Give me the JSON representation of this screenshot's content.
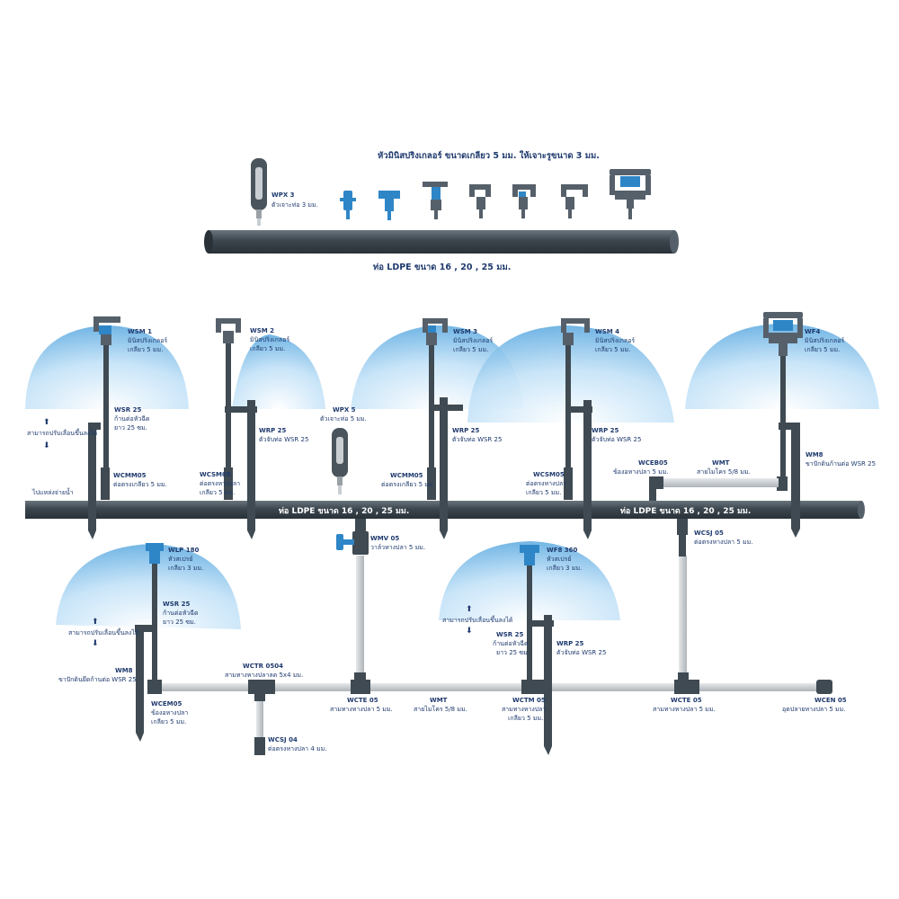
{
  "colors": {
    "pipe": "#3f4a52",
    "tube": "#cfd3d6",
    "part_dark": "#56606a",
    "part_blue": "#2f86c7",
    "text": "#1f3a6e",
    "spray": "#8fc6ef"
  },
  "header": {
    "title": "หัวมินิสปริงเกลอร์ ขนาดเกลียว 5 มม. ให้เจาะรูขนาด 3 มม.",
    "pipe_caption": "ท่อ LDPE ขนาด 16 , 20 , 25 มม."
  },
  "top_items": {
    "wpx_code": "WPX 3",
    "wpx_desc": "ตัวเจาะท่อ 3 มม."
  },
  "main_pipe": {
    "label_1": "ท่อ LDPE ขนาด 16 , 20 , 25 มม.",
    "label_2": "ท่อ LDPE ขนาด 16 , 20 , 25 มม.",
    "side_label": "ไปแหล่งจ่ายน้ำ"
  },
  "adjust_note": {
    "text_1": "สามารถปรับเลื่อนขึ้นลงได้",
    "text_2": "สามารถปรับเลื่อนขึ้นลงได้",
    "text_3": "สามารถปรับเลื่อนขึ้นลงได้"
  },
  "labels": {
    "wsm1_code": "WSM 1",
    "wsm1_d1": "มินิสปริงเกลอร์",
    "wsm1_d2": "เกลียว 5 มม.",
    "wsr25a_code": "WSR 25",
    "wsr25a_d1": "ก้านต่อหัวฉีด",
    "wsr25a_d2": "ยาว 25 ซม.",
    "wcmm05a_code": "WCMM05",
    "wcmm05a_d1": "ต่อตรงเกลียว 5 มม.",
    "wsm2_code": "WSM 2",
    "wsm2_d1": "มินิสปริงเกลอร์",
    "wsm2_d2": "เกลียว 5 มม.",
    "wrp25a_code": "WRP 25",
    "wrp25a_d1": "ตัวจับท่อ WSR 25",
    "wcsm05a_code": "WCSM05",
    "wcsm05a_d1": "ต่อตรงหางปลา",
    "wcsm05a_d2": "เกลียว 5 มม.",
    "wpx5_code": "WPX 5",
    "wpx5_d1": "ตัวเจาะท่อ 5 มม.",
    "wsm3_code": "WSM 3",
    "wsm3_d1": "มินิสปริงเกลอร์",
    "wsm3_d2": "เกลียว 5 มม.",
    "wrp25b_code": "WRP 25",
    "wrp25b_d1": "ตัวจับท่อ WSR 25",
    "wcmm05b_code": "WCMM05",
    "wcmm05b_d1": "ต่อตรงเกลียว 5 มม.",
    "wsm4_code": "WSM 4",
    "wsm4_d1": "มินิสปริงเกลอร์",
    "wsm4_d2": "เกลียว 5 มม.",
    "wrp25c_code": "WRP 25",
    "wrp25c_d1": "ตัวจับท่อ WSR 25",
    "wcsm05b_code": "WCSM05",
    "wcsm05b_d1": "ต่อตรงหางปลา",
    "wcsm05b_d2": "เกลียว 5 มม.",
    "wceb05_code": "WCEB05",
    "wceb05_d1": "ข้องอหางปลา 5 มม.",
    "wmt_a_code": "WMT",
    "wmt_a_d1": "สายไมโคร 5/8 มม.",
    "wf4_code": "WF4",
    "wf4_d1": "มินิสปริงเกลอร์",
    "wf4_d2": "เกลียว 5 มม.",
    "wm8a_code": "WM8",
    "wm8a_d1": "ขาปักดินก้านต่อ WSR 25",
    "wlp180_code": "WLP 180",
    "wlp180_d1": "หัวสเปรย์",
    "wlp180_d2": "เกลียว 3 มม.",
    "wsr25b_code": "WSR 25",
    "wsr25b_d1": "ก้านต่อหัวฉีด",
    "wsr25b_d2": "ยาว 25 ซม.",
    "wm8b_code": "WM8",
    "wm8b_d1": "ขาปักดินยึดก้านต่อ WSR 25",
    "wcem05_code": "WCEM05",
    "wcem05_d1": "ข้องอหางปลา",
    "wcem05_d2": "เกลียว 5 มม.",
    "wctr_code": "WCTR 0504",
    "wctr_d1": "สามทางหางปลาลด 5x4 มม.",
    "wcsj04_code": "WCSJ 04",
    "wcsj04_d1": "ต่อตรงหางปลา 4 มม.",
    "wmv05_code": "WMV 05",
    "wmv05_d1": "วาล์วหางปลา 5 มม.",
    "wcte05a_code": "WCTE 05",
    "wcte05a_d1": "สามทางหางปลา 5 มม.",
    "wmt_b_code": "WMT",
    "wmt_b_d1": "สายไมโคร 5/8 มม.",
    "wf8360_code": "WF8 360",
    "wf8360_d1": "หัวสเปรย์",
    "wf8360_d2": "เกลียว 3 มม.",
    "wsr25c_code": "WSR 25",
    "wsr25c_d1": "ก้านต่อหัวฉีด",
    "wsr25c_d2": "ยาว 25 ซม.",
    "wrp25d_code": "WRP 25",
    "wrp25d_d1": "ตัวจับท่อ WSR 25",
    "wctm05_code": "WCTM 05",
    "wctm05_d1": "สามทางหางปลา",
    "wctm05_d2": "เกลียว 5 มม.",
    "wcte05b_code": "WCTE 05",
    "wcte05b_d1": "สามทางหางปลา 5 มม.",
    "wcsj05_code": "WCSJ 05",
    "wcsj05_d1": "ต่อตรงหางปลา 5 มม.",
    "wcen05_code": "WCEN 05",
    "wcen05_d1": "อุดปลายหางปลา 5 มม."
  }
}
